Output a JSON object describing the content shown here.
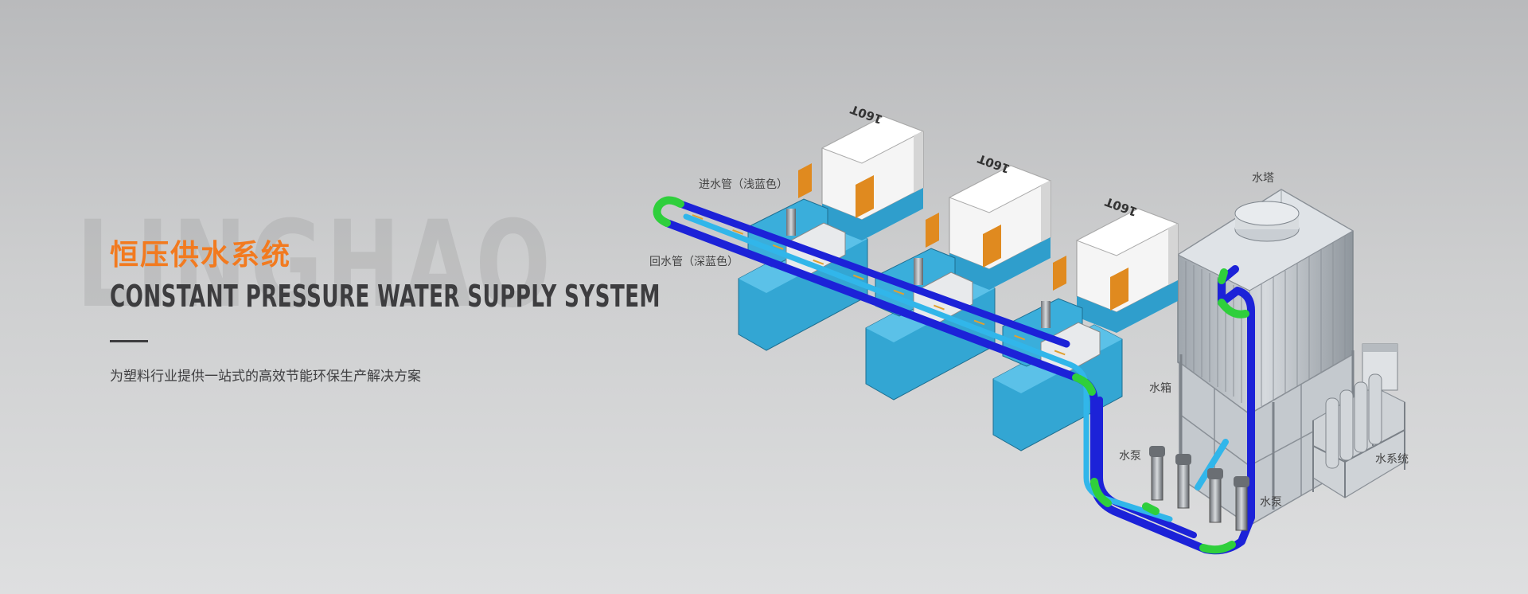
{
  "hero": {
    "watermark": "LINGHAO",
    "title_cn": "恒压供水系统",
    "title_en": "CONSTANT PRESSURE WATER SUPPLY SYSTEM",
    "subtitle": "为塑料行业提供一站式的高效节能环保生产解决方案"
  },
  "diagram": {
    "labels": {
      "inlet_pipe": "进水管（浅蓝色）",
      "return_pipe": "回水管（深蓝色）",
      "water_tower": "水塔",
      "water_tank": "水箱",
      "pump_left": "水泵",
      "pump_right": "水泵",
      "water_system": "水系统"
    },
    "machines": [
      {
        "badge": "160T"
      },
      {
        "badge": "160T"
      },
      {
        "badge": "160T"
      }
    ]
  },
  "colors": {
    "accent_orange": "#f27a1f",
    "inlet_pipe_light_blue": "#31b6ea",
    "return_pipe_dark_blue": "#1c22d8",
    "elbow_green": "#2fcf3c",
    "machine_cyan": "#33a6d3"
  }
}
